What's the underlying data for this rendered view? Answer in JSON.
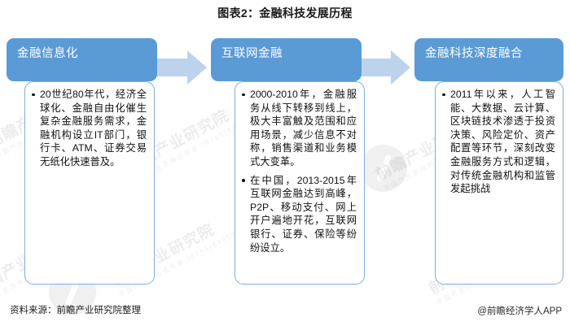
{
  "title": "图表2：金融科技发展历程",
  "stages": [
    {
      "header": "金融信息化",
      "bullets": [
        "20世纪80年代，经济全球化、金融自由化催生复杂金融服务需求，金融机构设立IT部门，银行卡、ATM、证券交易无纸化快速普及。"
      ]
    },
    {
      "header": "互联网金融",
      "bullets": [
        "2000-2010年，金融服务从线下转移到线上，极大丰富触及范围和应用场景，减少信息不对称，销售渠道和业务模式大变革。",
        "在中国，2013-2015年互联网金融达到高峰，P2P、移动支付、网上开户遍地开花，互联网银行、证券、保险等纷纷设立。"
      ]
    },
    {
      "header": "金融科技深度融合",
      "bullets": [
        "2011年以来，人工智能、大数据、云计算、区块链技术渗透于投资决策、风险定价、资产配置等环节，深刻改变金融服务方式和逻辑，对传统金融机构和监管发起挑战"
      ]
    }
  ],
  "arrows": [
    {
      "name": "arrow-stage1-to-stage2"
    },
    {
      "name": "arrow-stage2-to-stage3"
    }
  ],
  "footer": {
    "source": "资料来源：前瞻产业研究院整理",
    "credit": "@前瞻经济学人APP"
  },
  "watermark": {
    "main": "前瞻产业研究院",
    "sub": "中国产业咨询领导者·(0755)8395991"
  },
  "colors": {
    "header_blue": "#5B9BD5",
    "body_border": "#7FAEDC",
    "arrow_fill": "#BDD3EC",
    "text_dark": "#111111",
    "page_bg": "#FFFFFF"
  }
}
